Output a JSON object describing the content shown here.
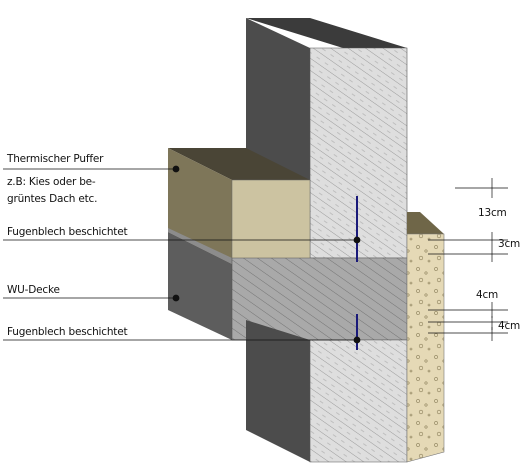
{
  "labels": {
    "thermal_buffer_title": "Thermischer Puffer",
    "thermal_buffer_line2": "z.B: Kies oder be-",
    "thermal_buffer_line3": "grüntes Dach etc.",
    "waterstop_upper": "Fugenblech beschichtet",
    "wu_slab": "WU-Decke",
    "waterstop_lower": "Fugenblech beschichtet"
  },
  "dimensions": {
    "upper": "13cm",
    "middle": "3cm",
    "lower_1": "4cm",
    "lower_2": "4cm"
  },
  "colors": {
    "wall_front": "#dedede",
    "wall_side": "#5a5a5a",
    "wall_top": "#3b3b3b",
    "buffer_top": "#4a4536",
    "buffer_front": "#ccc3a1",
    "buffer_side": "#7e7659",
    "slab_front": "#a8a8a8",
    "slab_side": "#5d5d5d",
    "insulation": "#e5d9b6",
    "waterstop": "#1a1a7a"
  }
}
